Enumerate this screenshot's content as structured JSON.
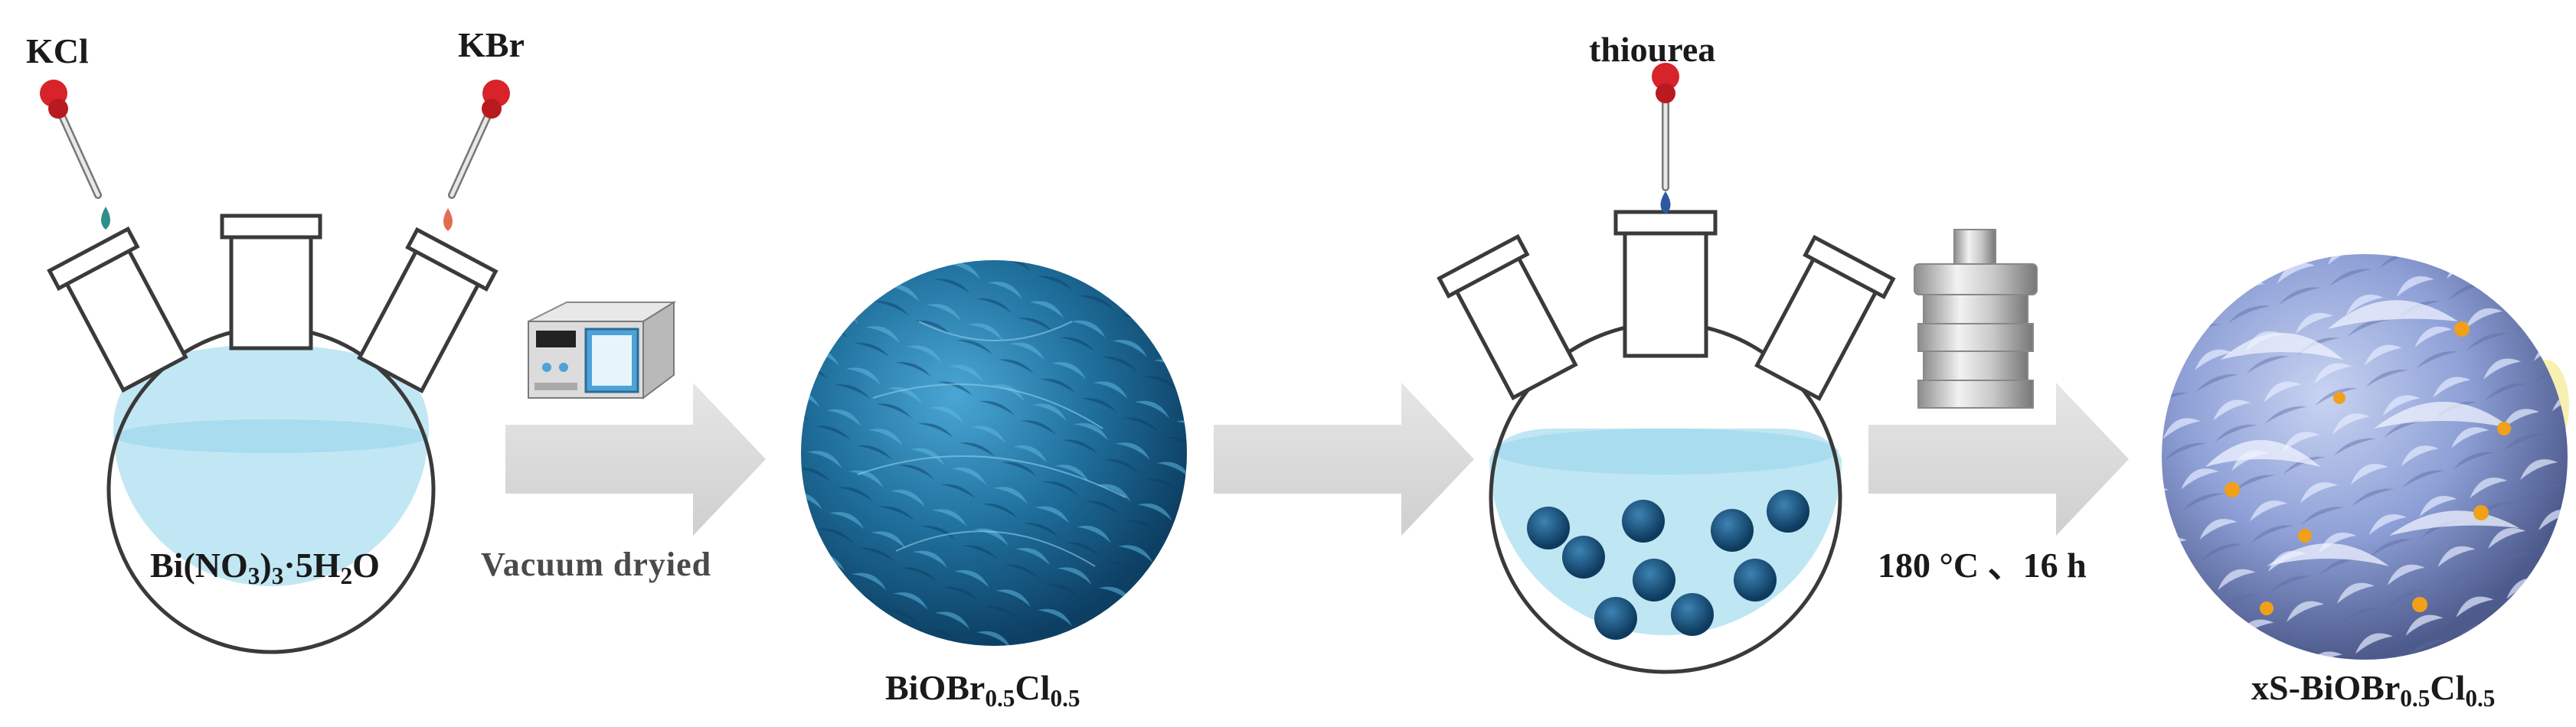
{
  "reagents": {
    "kcl": "KCl",
    "kbr": "KBr",
    "thiourea": "thiourea"
  },
  "flask1": {
    "label_prefix": "Bi(NO",
    "label_sub1": "3",
    "label_mid1": ")",
    "label_sub2": "3",
    "label_mid2": "·5H",
    "label_sub3": "2",
    "label_suffix": "O"
  },
  "steps": {
    "step1": "Vacuum dryied",
    "step3": "180 °C 、16 h"
  },
  "product1": {
    "name_prefix": "BiOBr",
    "sub1": "0.5",
    "name_mid": "Cl",
    "sub2": "0.5"
  },
  "product2": {
    "name_prefix": "xS-BiOBr",
    "sub1": "0.5",
    "name_mid": "Cl",
    "sub2": "0.5"
  },
  "colors": {
    "liquid": "#bfe6f3",
    "arrow": "#d9d9d9",
    "sphere_blue": "#1f6f9c",
    "sphere_lilac": "#8d9fd6",
    "drop_kcl": "#2f8f8a",
    "drop_kbr": "#e36b55",
    "drop_thiourea": "#2c5aa0",
    "bulb_red": "#d8232a"
  },
  "icons": [
    "pipette-icon",
    "oven-icon",
    "autoclave-icon",
    "flask-icon",
    "nanosphere-icon"
  ]
}
